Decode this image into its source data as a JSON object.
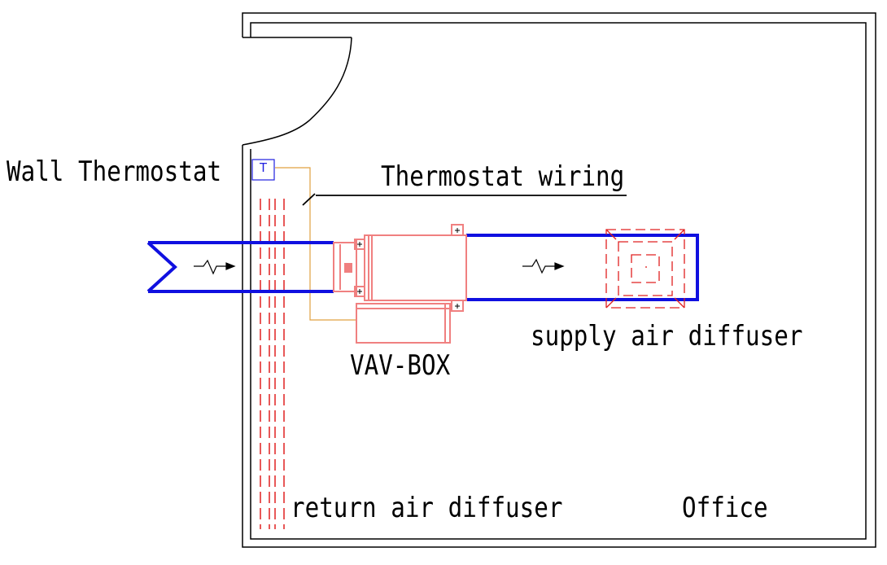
{
  "labels": {
    "wall_thermostat": "Wall Thermostat",
    "thermostat_wiring": "Thermostat wiring",
    "vav_box": "VAV-BOX",
    "supply_air_diffuser": "supply air diffuser",
    "return_air_diffuser": "return air diffuser",
    "office": "Office"
  },
  "thermostat_symbol": "T",
  "colors": {
    "walls": "#000000",
    "duct": "#1010e0",
    "vav_box": "#f08080",
    "diffuser": "#e02020",
    "wiring": "#e0a040",
    "thermostat": "#2020e0"
  }
}
